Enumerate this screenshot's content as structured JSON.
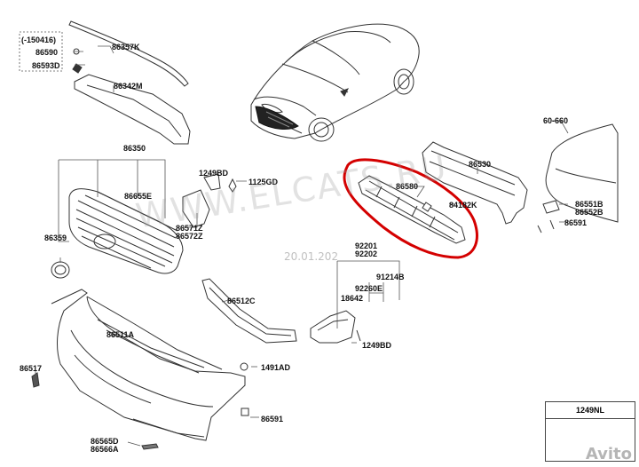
{
  "labels": {
    "revision": "(-150416)",
    "p86590": "86590",
    "p86593D": "86593D",
    "p86357K": "86357K",
    "p86342M": "86342M",
    "p86350": "86350",
    "p86655E": "86655E",
    "p86359": "86359",
    "p1249BD_top": "1249BD",
    "p1125GD": "1125GD",
    "p86571Z": "86571Z",
    "p86572Z": "86572Z",
    "p86580": "86580",
    "p84182K": "84182K",
    "p86530": "86530",
    "p60660": "60-660",
    "p86551B": "86551B",
    "p86552B": "86552B",
    "p86591_right": "86591",
    "p92201": "92201",
    "p92202": "92202",
    "p91214B": "91214B",
    "p92260E": "92260E",
    "p18642": "18642",
    "p1249BD_low": "1249BD",
    "p86512C": "86512C",
    "p86511A": "86511A",
    "p86517": "86517",
    "p1491AD": "1491AD",
    "p86591_low": "86591",
    "p86565D": "86565D",
    "p86566A": "86566A",
    "p1249NL": "1249NL"
  },
  "watermark": {
    "text": "WWW.ELCATS.RU",
    "date": "20.01.202",
    "brand": "Avito"
  },
  "colors": {
    "line": "#333333",
    "highlight": "#d40000",
    "watermark": "#999999"
  }
}
